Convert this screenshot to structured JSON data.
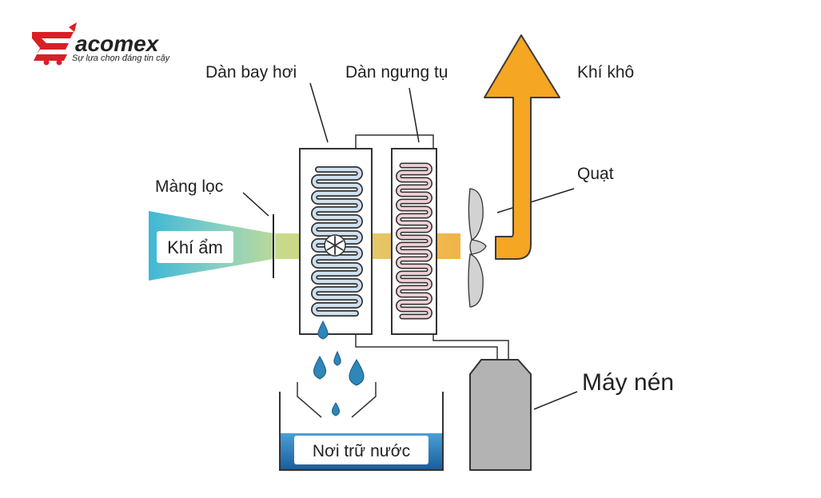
{
  "logo": {
    "word": "acomex",
    "tagline": "Sự lựa chọn đáng tin cậy",
    "brand_color": "#d91f26"
  },
  "labels": {
    "evaporator": "Dàn bay hơi",
    "condenser": "Dàn ngưng tụ",
    "dry_air": "Khí khô",
    "fan": "Quạt",
    "filter": "Màng lọc",
    "humid_air": "Khí ẩm",
    "compressor": "Máy nén",
    "water_tank": "Nơi trữ nước"
  },
  "colors": {
    "humid_air": "#3fb8d6",
    "dry_air_arrow": "#f5a623",
    "evaporator_coil": "#8fb4d8",
    "condenser_coil": "#d8a0a8",
    "compressor": "#b3b3b3",
    "water_drop": "#2f86b8",
    "tank_water": "#1f6fb0",
    "outline": "#333333"
  },
  "icons": {
    "snowflake": "snowflake-icon",
    "fan": "fan-icon",
    "water_drop": "water-drop-icon",
    "cart_logo": "cart-icon"
  }
}
